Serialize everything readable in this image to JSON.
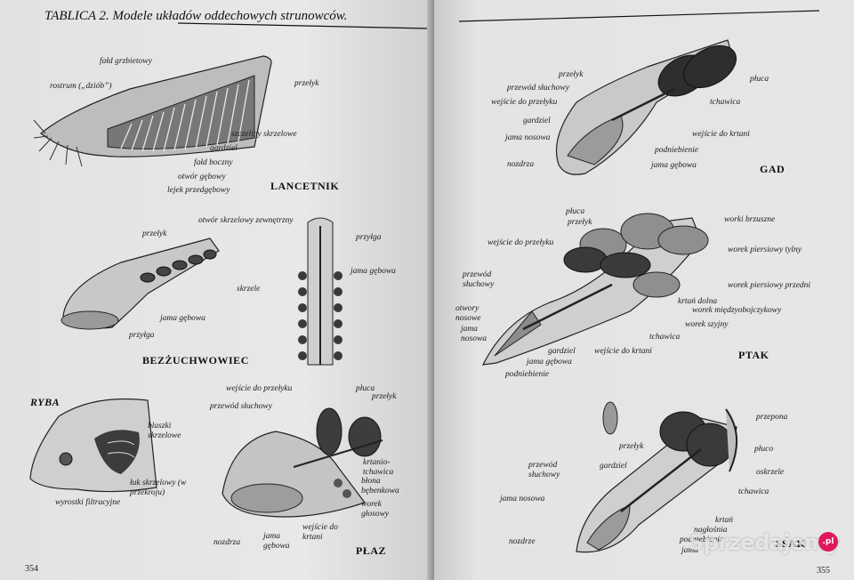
{
  "left_page": {
    "title": "TABLICA 2. Modele układów oddechowych strunowców.",
    "page_number": "354",
    "lancetnik": {
      "name": "LANCETNIK",
      "labels": [
        "fałd grzbietowy",
        "rostrum („dziób”)",
        "przełyk",
        "szczeliny skrzelowe",
        "gardziel",
        "fałd boczny",
        "otwór gębowy",
        "lejek przedgębowy"
      ]
    },
    "bezzuchwowiec": {
      "name": "BEZŻUCHWOWIEC",
      "labels": [
        "przełyk",
        "otwór skrzelowy zewnętrzny",
        "przyłga",
        "jama gębowa",
        "skrzele",
        "jama gębowa",
        "przyłga"
      ]
    },
    "ryba": {
      "name": "RYBA",
      "labels": [
        "blaszki skrzelowe",
        "łuk skrzelowy (w przekroju)",
        "wyrostki filtracyjne"
      ]
    },
    "plaz": {
      "name": "PŁAZ",
      "labels": [
        "wejście do przełyku",
        "płuca",
        "przełyk",
        "przewód słuchowy",
        "krtanio-tchawica",
        "błona bębenkowa",
        "worek głosowy",
        "nozdrza",
        "jama gębowa",
        "wejście do krtani"
      ]
    }
  },
  "right_page": {
    "page_number": "355",
    "gad": {
      "name": "GAD",
      "labels": [
        "przełyk",
        "przewód słuchowy",
        "wejście do przełyku",
        "płuca",
        "tchawica",
        "gardziel",
        "jama nosowa",
        "wejście do krtani",
        "podniebienie",
        "nozdrza",
        "jama gębowa"
      ]
    },
    "ptak": {
      "name": "PTAK",
      "labels": [
        "płuca",
        "przełyk",
        "worki brzuszne",
        "wejście do przełyku",
        "worek piersiowy tylny",
        "przewód słuchowy",
        "worek piersiowy przedni",
        "krtań dolna",
        "worek międzyobojczykowy",
        "otwory nosowe",
        "worek szyjny",
        "jama nosowa",
        "tchawica",
        "gardziel",
        "wejście do krtani",
        "jama gębowa",
        "podniebienie"
      ]
    },
    "ssak": {
      "name": "SSAK",
      "labels": [
        "przepona",
        "płuco",
        "przełyk",
        "gardziel",
        "oskrzele",
        "przewód słuchowy",
        "tchawica",
        "jama nosowa",
        "krtań",
        "nagłośnia",
        "nozdrze",
        "podniebienie",
        "jama"
      ]
    }
  },
  "watermark": {
    "text": "Sprzedajemy",
    "badge": ".pl",
    "color": "#e0185e"
  }
}
